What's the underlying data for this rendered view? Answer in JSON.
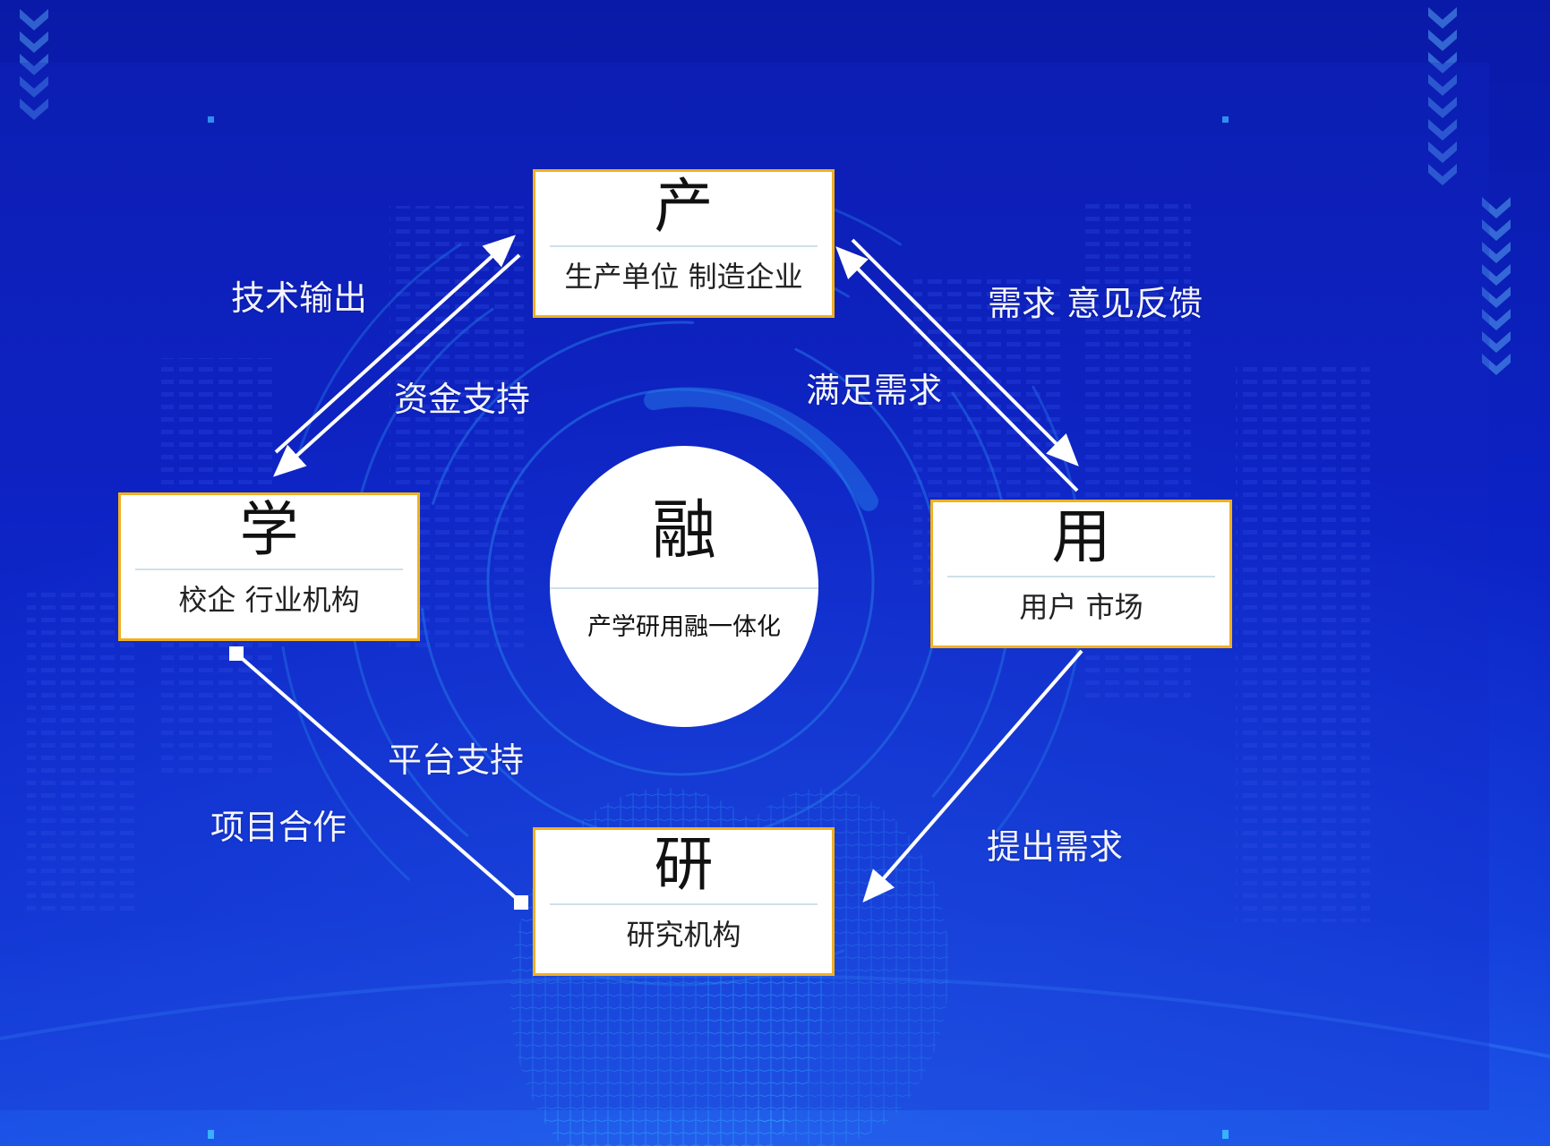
{
  "diagram": {
    "center": {
      "title": "融",
      "subtitle": "产学研用融一体化"
    },
    "nodes": {
      "chan": {
        "title": "产",
        "subtitle": "生产单位 制造企业"
      },
      "xue": {
        "title": "学",
        "subtitle": "校企 行业机构"
      },
      "yong": {
        "title": "用",
        "subtitle": "用户 市场"
      },
      "yan": {
        "title": "研",
        "subtitle": "研究机构"
      }
    },
    "edge_labels": {
      "tech_output": "技术输出",
      "funding_support": "资金支持",
      "demand_feedback": "需求 意见反馈",
      "meet_demand": "满足需求",
      "platform_support": "平台支持",
      "project_cooperation": "项目合作",
      "raise_demand": "提出需求"
    },
    "edges": [
      {
        "from": "学",
        "to": "产",
        "label": "技术输出"
      },
      {
        "from": "产",
        "to": "学",
        "label": "资金支持"
      },
      {
        "from": "产",
        "to": "用",
        "label": "满足需求"
      },
      {
        "from": "用",
        "to": "产",
        "label": "需求 意见反馈"
      },
      {
        "from": "学",
        "to": "研",
        "label": "平台支持 / 项目合作"
      },
      {
        "from": "用",
        "to": "研",
        "label": "提出需求"
      }
    ]
  },
  "colors": {
    "background": "#0c22c4",
    "box_border": "#f2b01e",
    "box_fill": "#ffffff",
    "arrow": "#ffffff",
    "decoration": "#2a7fe0"
  }
}
